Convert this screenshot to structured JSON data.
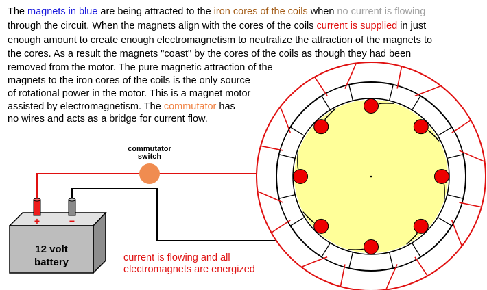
{
  "description": {
    "line1": {
      "p1": "The ",
      "magnets_blue": "magnets in blue",
      "p2": " are being attracted to the ",
      "iron_cores": "iron cores of the coils",
      "p3": " when ",
      "no_current": "no current is flowing"
    },
    "line2": {
      "p1": "through the circuit. When the magnets align with the cores of the coils ",
      "current_supplied": "current is supplied",
      "p2": " in just"
    },
    "line3": "enough amount to create enough electromagnetism to neutralize the attraction of the magnets to",
    "line4": "the cores.  As a result the magnets \"coast\" by the cores of the coils as though they had been",
    "line5": "removed from the motor.  The pure magnetic attraction of the",
    "line6": "magnets to the iron cores of the coils is the only source",
    "line7": "of rotational power in the motor.  This is a magnet motor",
    "line8": {
      "p1": "assisted by electromagnetism. The ",
      "commutator": "commutator",
      "p2": " has"
    },
    "line9": "no wires and acts as a bridge for current flow."
  },
  "commutator_label": {
    "line1": "commutator",
    "line2": "switch"
  },
  "battery": {
    "line1": "12 volt",
    "line2": "battery",
    "positive_symbol": "+",
    "negative_symbol": "−"
  },
  "status_text": {
    "line1": "current is flowing and all",
    "line2": "electromagnets are energized"
  },
  "colors": {
    "wire_red": "#e01010",
    "rotor_yellow": "#ffff99",
    "magnet_red": "#ee0000",
    "commutator_orange": "#f08c50",
    "battery_gray": "#bdbdbd",
    "text_blue": "#1a1adc",
    "text_brown": "#a25a14",
    "text_gray": "#a0a0a0"
  }
}
